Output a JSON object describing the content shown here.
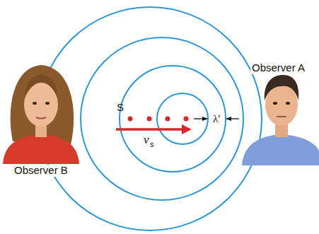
{
  "diagram": {
    "labels": [
      "S",
      "Observer A",
      "Observer B",
      "λ′",
      "v",
      "s"
    ]
  }
}
